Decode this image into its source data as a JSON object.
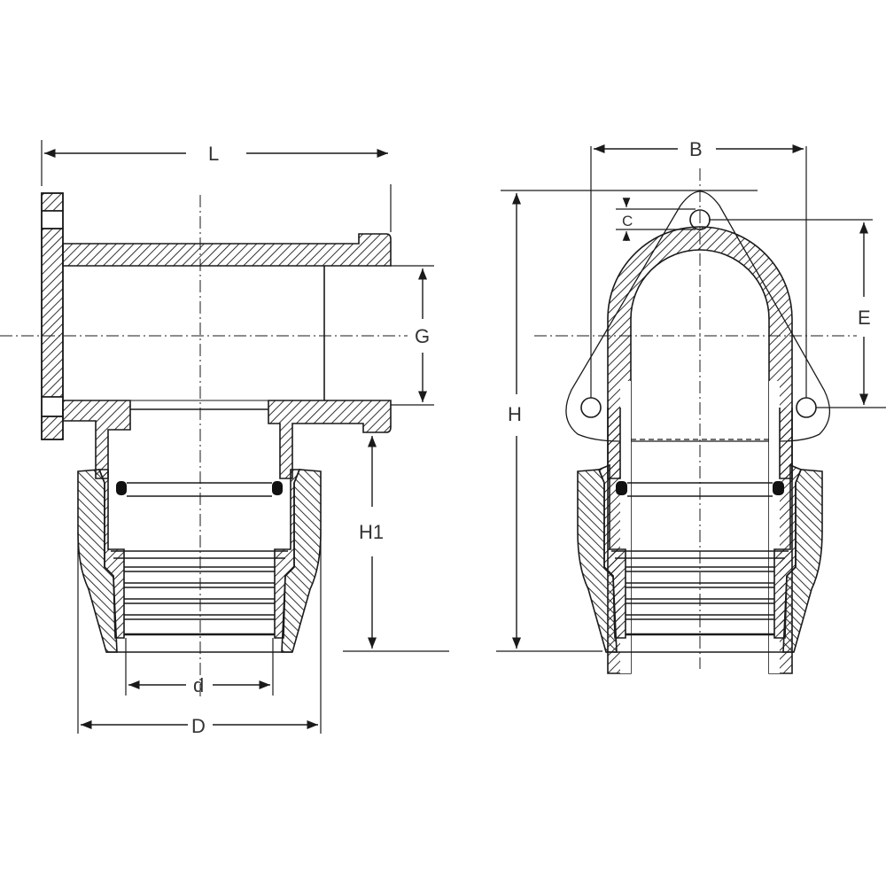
{
  "drawing": {
    "type": "technical-drawing",
    "subject": "Compression fitting wall-plate tee (flanged elbow) — section and end views",
    "colors": {
      "line": "#1a1a1a",
      "label": "#333333",
      "background": "#ffffff",
      "seal": "#111111"
    }
  },
  "views": {
    "side_section": {
      "name": "Side sectional view",
      "dimensions": {
        "L": "L",
        "G": "G",
        "H1": "H1",
        "d": "d",
        "D": "D"
      }
    },
    "end_view": {
      "name": "End view with triangular mounting flange",
      "dimensions": {
        "B": "B",
        "C": "C",
        "E": "E",
        "H": "H"
      }
    }
  }
}
